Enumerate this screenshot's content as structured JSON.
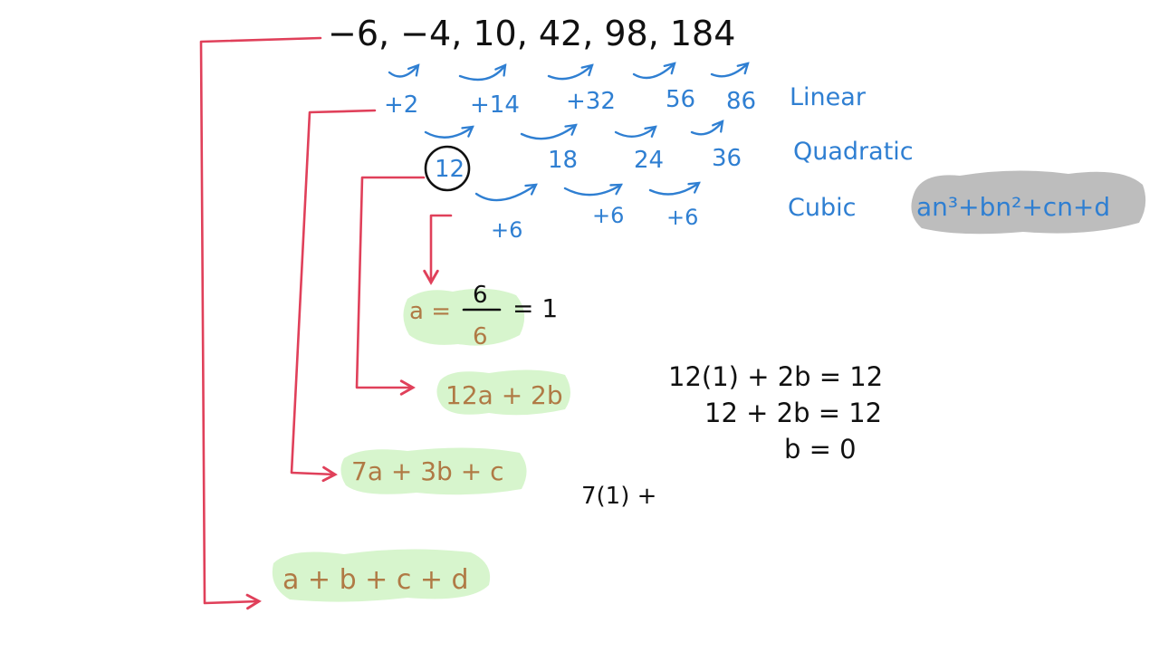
{
  "sequence": "−6, −4, 10, 42, 98, 184",
  "differences": {
    "linear": {
      "label": "Linear",
      "values": [
        "+2",
        "+14",
        "+32",
        "56",
        "86"
      ]
    },
    "quadratic": {
      "label": "Quadratic",
      "first": "12",
      "values": [
        "18",
        "24",
        "36"
      ]
    },
    "cubic": {
      "label": "Cubic",
      "values": [
        "+6",
        "+6",
        "+6"
      ]
    }
  },
  "general_form": "an³+bn²+cn+d",
  "equations": {
    "a_lhs": "a =",
    "a_num": "6",
    "a_den": "6",
    "a_rhs": "= 1",
    "second": "12a + 2b",
    "third": "7a + 3b + c",
    "fourth": "a + b + c + d"
  },
  "working": {
    "line1": "12(1) + 2b = 12",
    "line2": "12 + 2b = 12",
    "line3": "b = 0",
    "line4": "7(1) +"
  },
  "colors": {
    "ink": "#111111",
    "blue": "#2f7fd2",
    "red": "#e0405a",
    "brown": "#b07a45",
    "green_highlight": "#d7f5cd",
    "gray_highlight": "#bdbdbd"
  }
}
